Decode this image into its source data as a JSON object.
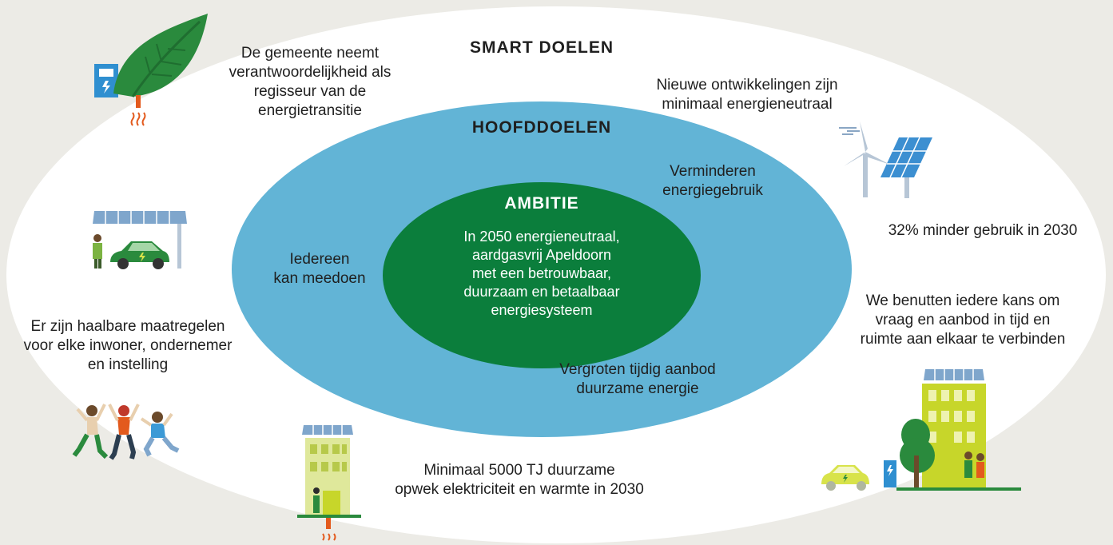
{
  "colors": {
    "background": "#ecebe6",
    "outer_ellipse": "#ffffff",
    "middle_ellipse": "#62b4d6",
    "inner_ellipse": "#0b7e3c",
    "leaf_green": "#2a8a3d",
    "building_yellow": "#d8e34a",
    "charger_blue": "#2f8fd0"
  },
  "outer": {
    "title": "SMART DOELEN",
    "goals": [
      "De gemeente neemt\nverantwoordelijkheid als\nregisseur van de\nenergietransitie",
      "Nieuwe ontwikkelingen zijn\nminimaal energieneutraal",
      "32% minder gebruik in 2030",
      "We benutten iedere kans om\nvraag en aanbod in tijd en\nruimte aan elkaar te verbinden",
      "Minimaal 5000 TJ duurzame\nopwek elektriciteit en warmte in 2030",
      "Er zijn haalbare maatregelen\nvoor elke inwoner, ondernemer\nen instelling"
    ]
  },
  "middle": {
    "title": "HOOFDDOELEN",
    "goals": [
      "Verminderen\nenergiegebruik",
      "Iedereen\nkan meedoen",
      "Vergroten tijdig aanbod\nduurzame energie"
    ]
  },
  "inner": {
    "title": "AMBITIE",
    "text": "In 2050 energieneutraal,\naardgasvrij Apeldoorn\nmet een betrouwbaar,\nduurzaam en betaalbaar\nenergiesysteem"
  },
  "icons": [
    "leaf-charger-icon",
    "wind-solar-icon",
    "solar-carport-ev-icon",
    "jumping-people-icon",
    "green-building-icon",
    "city-ev-building-icon"
  ]
}
